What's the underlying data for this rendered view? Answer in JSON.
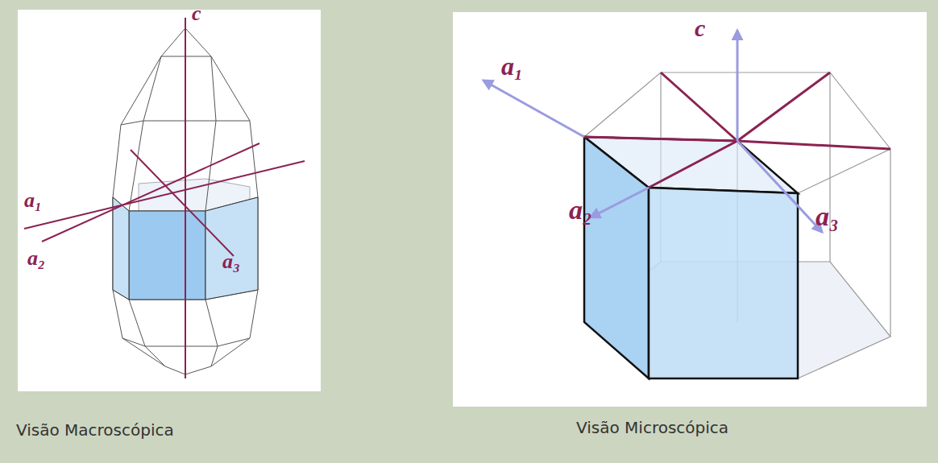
{
  "diagram": {
    "nodes": [
      {
        "text": [
          "Visão Macroscópica"
        ]
      },
      {
        "text": [
          "Visão Microscópica"
        ]
      }
    ],
    "labels": [
      "c",
      "a₁",
      "a₂",
      "a₃",
      "c",
      "a₁",
      "a₂",
      "a₃"
    ]
  }
}
